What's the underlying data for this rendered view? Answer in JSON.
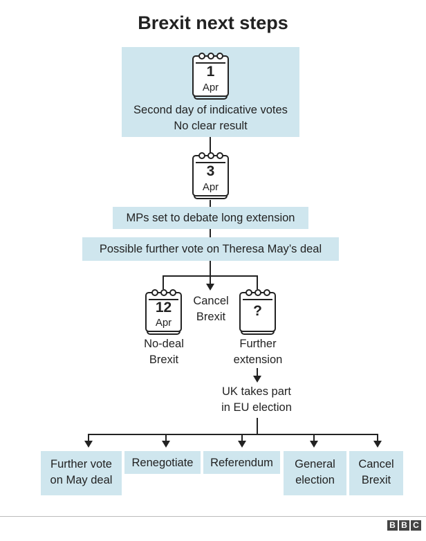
{
  "title": "Brexit next steps",
  "step1": {
    "day": "1",
    "month": "Apr",
    "line1": "Second day of indicative votes",
    "line2": "No clear result"
  },
  "step2": {
    "day": "3",
    "month": "Apr",
    "box1": "MPs set to debate long extension",
    "box2": "Possible further vote on Theresa May’s deal"
  },
  "branches": {
    "left": {
      "day": "12",
      "month": "Apr",
      "line1": "No-deal",
      "line2": "Brexit"
    },
    "middle": {
      "line1": "Cancel",
      "line2": "Brexit"
    },
    "right": {
      "symbol": "?",
      "line1": "Further",
      "line2": "extension"
    }
  },
  "eu_election": {
    "line1": "UK takes part",
    "line2": "in EU election"
  },
  "outcomes": [
    {
      "line1": "Further vote",
      "line2": "on May deal"
    },
    {
      "line1": "Renegotiate",
      "line2": ""
    },
    {
      "line1": "Referendum",
      "line2": ""
    },
    {
      "line1": "General",
      "line2": "election"
    },
    {
      "line1": "Cancel",
      "line2": "Brexit"
    }
  ],
  "logo": [
    "B",
    "B",
    "C"
  ],
  "colors": {
    "box_fill": "#cfe6ee",
    "ink": "#222222"
  }
}
